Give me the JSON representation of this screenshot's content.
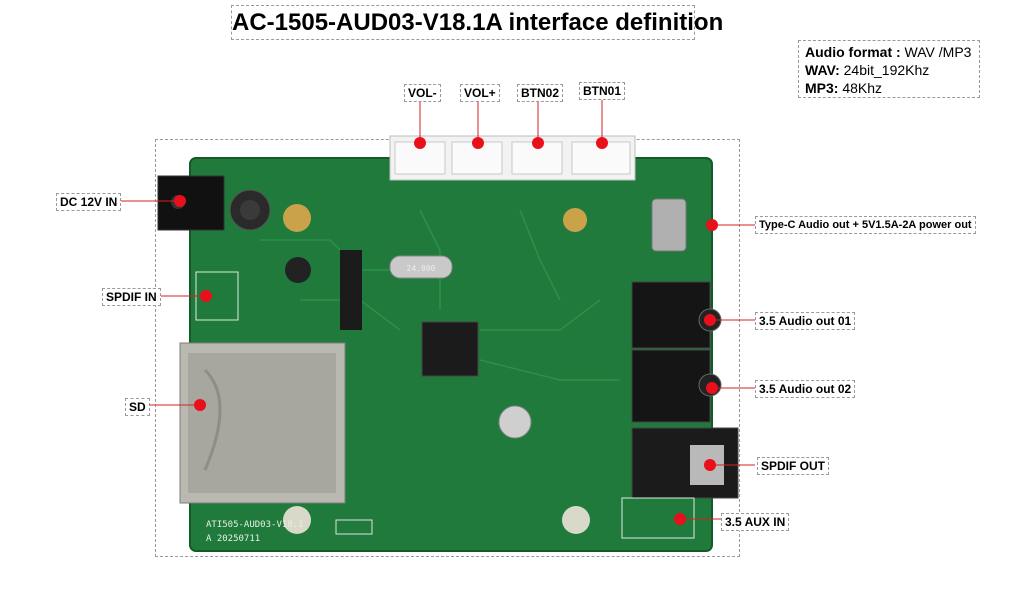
{
  "title": "AC-1505-AUD03-V18.1A interface definition",
  "info": {
    "format_label": "Audio format :",
    "format_value": "WAV /MP3",
    "wav_label": "WAV:",
    "wav_value": "24bit_192Khz",
    "mp3_label": "MP3:",
    "mp3_value": "48Khz"
  },
  "labels": {
    "vol_minus": "VOL-",
    "vol_plus": "VOL+",
    "btn02": "BTN02",
    "btn01": "BTN01",
    "dc_in": "DC 12V IN",
    "spdif_in": "SPDIF IN",
    "sd": "SD",
    "typec": "Type-C Audio out + 5V1.5A-2A power out",
    "out01": "3.5 Audio out 01",
    "out02": "3.5 Audio out 02",
    "spdif_out": "SPDIF OUT",
    "aux_in": "3.5 AUX IN"
  },
  "silkscreen": {
    "board_name": "ATI505-AUD03-V18.1",
    "board_date": "A 20250711",
    "crystal": "24.000"
  },
  "colors": {
    "pcb": "#1f7a3c",
    "marker": "#e8101a",
    "leader": "#d42020"
  }
}
